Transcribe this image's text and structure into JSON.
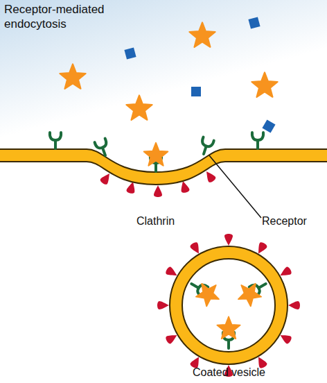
{
  "diagram": {
    "title": "Receptor-mediated endocytosis",
    "labels": [
      "Clathrin",
      "Receptor",
      "Coated vesicle"
    ]
  }
}
